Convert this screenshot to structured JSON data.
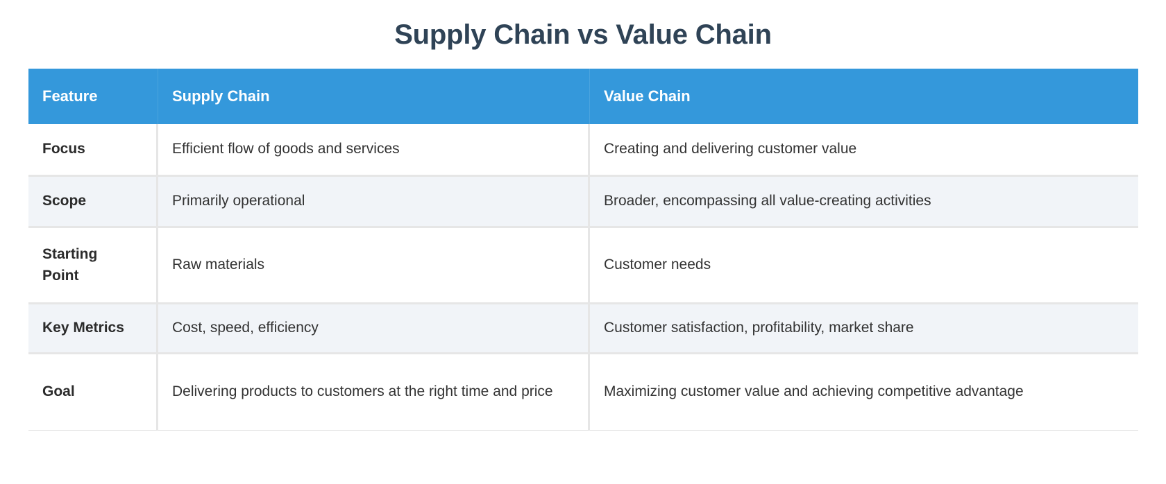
{
  "page": {
    "title": "Supply Chain vs Value Chain",
    "background_color": "#ffffff",
    "title_color": "#2f4356"
  },
  "table": {
    "header_background": "#3498db",
    "header_text_color": "#ffffff",
    "alt_row_background": "#f1f4f8",
    "border_color": "#e6e6e6",
    "columns": [
      {
        "key": "feature",
        "label": "Feature"
      },
      {
        "key": "supply_chain",
        "label": "Supply Chain"
      },
      {
        "key": "value_chain",
        "label": "Value Chain"
      }
    ],
    "rows": [
      {
        "feature": "Focus",
        "supply_chain": "Efficient flow of goods and services",
        "value_chain": "Creating and delivering customer value"
      },
      {
        "feature": "Scope",
        "supply_chain": "Primarily operational",
        "value_chain": "Broader, encompassing all value-creating activities"
      },
      {
        "feature": "Starting Point",
        "supply_chain": "Raw materials",
        "value_chain": "Customer needs"
      },
      {
        "feature": "Key Metrics",
        "supply_chain": "Cost, speed, efficiency",
        "value_chain": "Customer satisfaction, profitability, market share"
      },
      {
        "feature": "Goal",
        "supply_chain": "Delivering products to customers at the right time and price",
        "value_chain": "Maximizing customer value and achieving competitive advantage"
      }
    ]
  }
}
